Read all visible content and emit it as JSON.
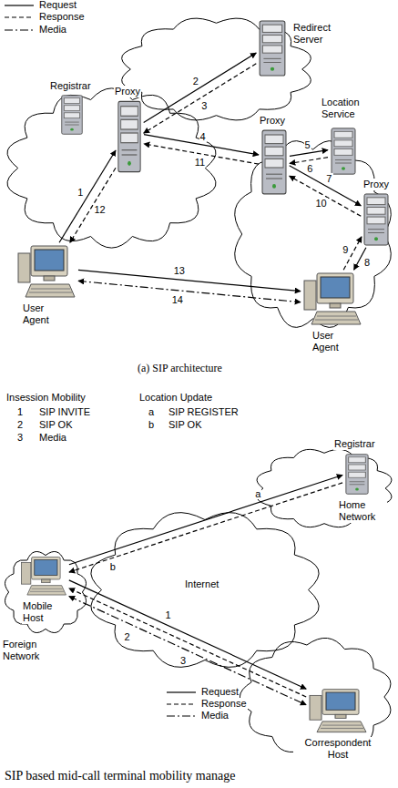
{
  "diagram": {
    "caption": "SIP based mid-call terminal mobility manage",
    "nodes": [
      {
        "text": [
          "Redirect Server"
        ]
      },
      {
        "text": [
          "Registrar"
        ]
      },
      {
        "text": [
          "Proxy"
        ]
      },
      {
        "text": [
          "Proxy"
        ]
      },
      {
        "text": [
          "Location Service"
        ]
      },
      {
        "text": [
          "Proxy"
        ]
      },
      {
        "text": [
          "User Agent"
        ]
      },
      {
        "text": [
          "User Agent"
        ]
      },
      {
        "text": [
          "Home Network"
        ]
      },
      {
        "text": [
          "Registrar"
        ],
        "in": 8
      },
      {
        "text": [
          "Internet"
        ]
      },
      {
        "text": [
          "Foreign Network"
        ]
      },
      {
        "text": [
          "Mobile Host"
        ],
        "in": 11
      },
      {
        "text": [
          "Correspondent Host"
        ]
      }
    ],
    "edges": [
      {
        "from": 6,
        "to": 2,
        "label": "1",
        "arrow": "to"
      },
      {
        "from": 2,
        "to": 0,
        "label": "2",
        "arrow": "to"
      },
      {
        "from": 0,
        "to": 2,
        "label": "3",
        "arrow": "to"
      },
      {
        "from": 2,
        "to": 3,
        "label": "4",
        "arrow": "to"
      },
      {
        "from": 3,
        "to": 4,
        "label": "5",
        "arrow": "to"
      },
      {
        "from": 4,
        "to": 3,
        "label": "6",
        "arrow": "to"
      },
      {
        "from": 3,
        "to": 5,
        "label": "7",
        "arrow": "to"
      },
      {
        "from": 5,
        "to": 7,
        "label": "8",
        "arrow": "to"
      },
      {
        "from": 7,
        "to": 5,
        "label": "9",
        "arrow": "to"
      },
      {
        "from": 5,
        "to": 3,
        "label": "10",
        "arrow": "to"
      },
      {
        "from": 3,
        "to": 2,
        "label": "11",
        "arrow": "to"
      },
      {
        "from": 2,
        "to": 6,
        "label": "12",
        "arrow": "to"
      },
      {
        "from": 6,
        "to": 7,
        "label": "13",
        "arrow": "to"
      },
      {
        "from": 6,
        "to": 7,
        "label": "14",
        "arrow": "both"
      },
      {
        "from": 12,
        "to": 9,
        "label": "a",
        "arrow": "to"
      },
      {
        "from": 9,
        "to": 12,
        "label": "b",
        "arrow": "to"
      },
      {
        "from": 12,
        "to": 13,
        "label": "1",
        "arrow": "to"
      },
      {
        "from": 13,
        "to": 12,
        "label": "2",
        "arrow": "to"
      },
      {
        "from": 12,
        "to": 13,
        "label": "3",
        "arrow": "both"
      }
    ],
    "labels": [
      "(a) SIP architecture",
      "Insession Mobility",
      "Location Update",
      "1",
      "SIP INVITE",
      "a",
      "SIP REGISTER",
      "2",
      "SIP OK",
      "b",
      "SIP OK",
      "3",
      "Media"
    ],
    "legend": [
      {
        "text": "Request"
      },
      {
        "text": "Response"
      },
      {
        "text": "Media"
      },
      {
        "text": "Request"
      },
      {
        "text": "Response"
      },
      {
        "text": "Media"
      }
    ]
  }
}
